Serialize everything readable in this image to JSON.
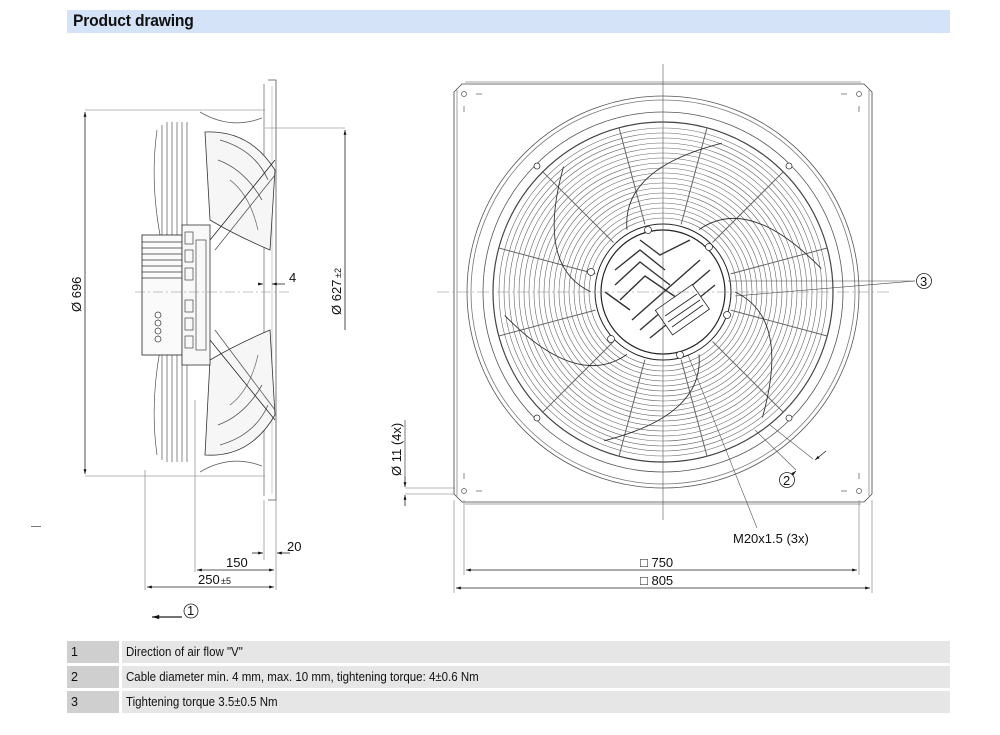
{
  "header": {
    "title": "Product drawing"
  },
  "side_view": {
    "dim_outer_diameter": "Ø 696",
    "dim_inner_diameter": "Ø 627",
    "dim_inner_tolerance": "±2",
    "dim_gap": "4",
    "dim_150": "150",
    "dim_20": "20",
    "dim_250": "250",
    "dim_250_tolerance": "±5",
    "callout_1": "1"
  },
  "front_view": {
    "dim_hole": "Ø 11 (4x)",
    "dim_inner_square": "□ 750",
    "dim_outer_square": "□ 805",
    "thread_label": "M20x1.5 (3x)",
    "callout_2": "2",
    "callout_3": "3"
  },
  "legend": [
    {
      "num": "1",
      "text": "Direction of air flow \"V\""
    },
    {
      "num": "2",
      "text": "Cable diameter min. 4 mm, max. 10 mm, tightening torque: 4±0.6 Nm"
    },
    {
      "num": "3",
      "text": "Tightening torque 3.5±0.5 Nm"
    }
  ],
  "colors": {
    "header_bg": "#d5e3f8",
    "legend_num_bg": "#cfcfcf",
    "legend_text_bg": "#e6e6e6",
    "line": "#333333"
  }
}
